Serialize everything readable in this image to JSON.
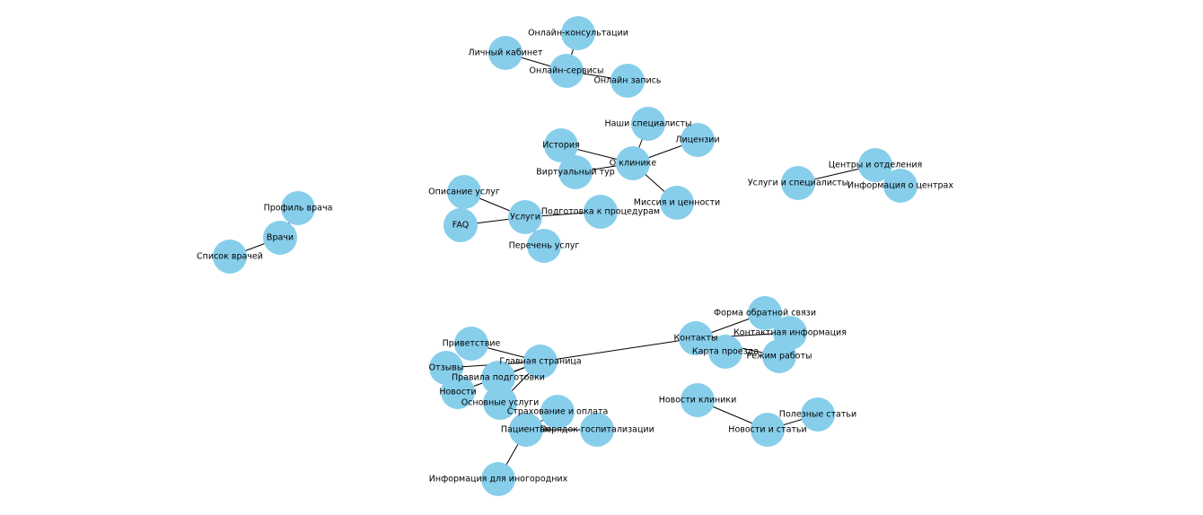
{
  "graph": {
    "node_color": "#87ceeb",
    "edge_color": "#000000",
    "nodes": [
      {
        "id": "online_consult",
        "label": "Онлайн-консультации"
      },
      {
        "id": "cabinet",
        "label": "Личный кабинет"
      },
      {
        "id": "online_services",
        "label": "Онлайн-сервисы"
      },
      {
        "id": "online_booking",
        "label": "Онлайн запись"
      },
      {
        "id": "specialists",
        "label": "Наши специалисты"
      },
      {
        "id": "licenses",
        "label": "Лицензии"
      },
      {
        "id": "history",
        "label": "История"
      },
      {
        "id": "about",
        "label": "О клинике"
      },
      {
        "id": "virtual_tour",
        "label": "Виртуальный тур"
      },
      {
        "id": "mission",
        "label": "Миссия и ценности"
      },
      {
        "id": "services_desc",
        "label": "Описание услуг"
      },
      {
        "id": "faq",
        "label": "FAQ"
      },
      {
        "id": "services",
        "label": "Услуги"
      },
      {
        "id": "prep_procedures",
        "label": "Подготовка к процедурам"
      },
      {
        "id": "services_list",
        "label": "Перечень услуг"
      },
      {
        "id": "doctor_profile",
        "label": "Профиль врача"
      },
      {
        "id": "doctors",
        "label": "Врачи"
      },
      {
        "id": "doctor_list",
        "label": "Список врачей"
      },
      {
        "id": "centers",
        "label": "Центры и отделения"
      },
      {
        "id": "services_specialists",
        "label": "Услуги и специалисты"
      },
      {
        "id": "centers_info",
        "label": "Информация о центрах"
      },
      {
        "id": "contacts",
        "label": "Контакты"
      },
      {
        "id": "feedback",
        "label": "Форма обратной связи"
      },
      {
        "id": "contact_info",
        "label": "Контактная информация"
      },
      {
        "id": "map",
        "label": "Карта проезда"
      },
      {
        "id": "hours",
        "label": "Режим работы"
      },
      {
        "id": "home",
        "label": "Главная страница"
      },
      {
        "id": "welcome",
        "label": "Приветствие"
      },
      {
        "id": "reviews",
        "label": "Отзывы"
      },
      {
        "id": "prep_rules",
        "label": "Правила подготовки"
      },
      {
        "id": "news",
        "label": "Новости"
      },
      {
        "id": "main_services",
        "label": "Основные услуги"
      },
      {
        "id": "insurance",
        "label": "Страхование и оплата"
      },
      {
        "id": "patients",
        "label": "Пациентам"
      },
      {
        "id": "hospitalization",
        "label": "Порядок госпитализации"
      },
      {
        "id": "nonresident",
        "label": "Информация для иногородних"
      },
      {
        "id": "clinic_news",
        "label": "Новости клиники"
      },
      {
        "id": "news_articles",
        "label": "Новости и статьи"
      },
      {
        "id": "useful_articles",
        "label": "Полезные статьи"
      }
    ],
    "edges": [
      [
        "online_services",
        "online_consult"
      ],
      [
        "online_services",
        "cabinet"
      ],
      [
        "online_services",
        "online_booking"
      ],
      [
        "about",
        "specialists"
      ],
      [
        "about",
        "licenses"
      ],
      [
        "about",
        "history"
      ],
      [
        "about",
        "virtual_tour"
      ],
      [
        "about",
        "mission"
      ],
      [
        "services",
        "services_desc"
      ],
      [
        "services",
        "faq"
      ],
      [
        "services",
        "prep_procedures"
      ],
      [
        "services",
        "services_list"
      ],
      [
        "doctors",
        "doctor_profile"
      ],
      [
        "doctors",
        "doctor_list"
      ],
      [
        "centers",
        "services_specialists"
      ],
      [
        "centers",
        "centers_info"
      ],
      [
        "contacts",
        "feedback"
      ],
      [
        "contacts",
        "contact_info"
      ],
      [
        "contacts",
        "map"
      ],
      [
        "contacts",
        "hours"
      ],
      [
        "home",
        "welcome"
      ],
      [
        "home",
        "reviews"
      ],
      [
        "home",
        "news"
      ],
      [
        "home",
        "prep_rules"
      ],
      [
        "home",
        "main_services"
      ],
      [
        "home",
        "contacts"
      ],
      [
        "patients",
        "insurance"
      ],
      [
        "patients",
        "hospitalization"
      ],
      [
        "patients",
        "nonresident"
      ],
      [
        "news_articles",
        "clinic_news"
      ],
      [
        "news_articles",
        "useful_articles"
      ]
    ]
  }
}
